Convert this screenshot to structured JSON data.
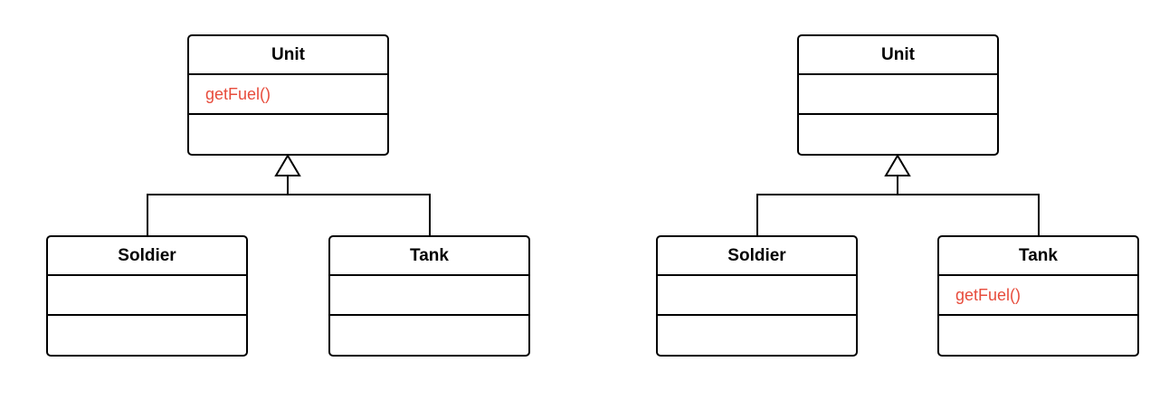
{
  "colors": {
    "line": "#000000",
    "highlight": "#e74c3c",
    "background": "#ffffff"
  },
  "left_diagram": {
    "parent": {
      "name": "Unit",
      "member": "getFuel()"
    },
    "child_a": {
      "name": "Soldier",
      "member": ""
    },
    "child_b": {
      "name": "Tank",
      "member": ""
    }
  },
  "right_diagram": {
    "parent": {
      "name": "Unit",
      "member": ""
    },
    "child_a": {
      "name": "Soldier",
      "member": ""
    },
    "child_b": {
      "name": "Tank",
      "member": "getFuel()"
    }
  }
}
